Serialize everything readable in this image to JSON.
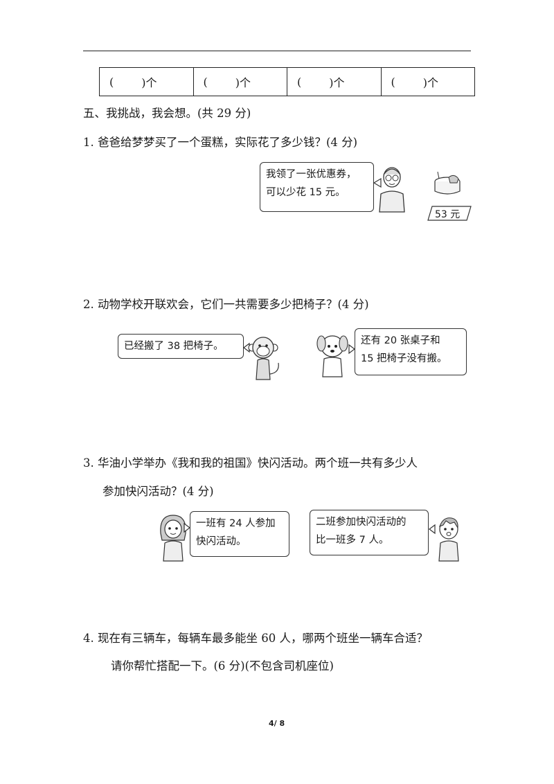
{
  "blank_row": {
    "cells": [
      {
        "open": "(",
        "close": ")个"
      },
      {
        "open": "(",
        "close": ")个"
      },
      {
        "open": "(",
        "close": ")个"
      },
      {
        "open": "(",
        "close": ")个"
      }
    ]
  },
  "section": {
    "title": "五、我挑战，我会想。(共 29 分)"
  },
  "problems": [
    {
      "line1": "1. 爸爸给梦梦买了一个蛋糕，实际花了多少钱？(4 分)",
      "bubbles": [
        "我领了一张优惠券，",
        "可以少花 15 元。"
      ],
      "price_tag": "53 元"
    },
    {
      "line1": "2. 动物学校开联欢会，它们一共需要多少把椅子？(4 分)",
      "bubble_a": "已经搬了 38 把椅子。",
      "bubble_b": [
        "还有 20 张桌子和",
        "15 把椅子没有搬。"
      ]
    },
    {
      "line1": "3. 华油小学举办《我和我的祖国》快闪活动。两个班一共有多少人",
      "line2": "参加快闪活动？(4 分)",
      "bubble_a": [
        "一班有 24 人参加",
        "快闪活动。"
      ],
      "bubble_b": [
        "二班参加快闪活动的",
        "比一班多 7 人。"
      ]
    },
    {
      "line1": "4. 现在有三辆车，每辆车最多能坐 60 人，哪两个班坐一辆车合适？",
      "line2": "请你帮忙搭配一下。(6 分)(不包含司机座位)"
    }
  ],
  "page_number": "4/ 8"
}
